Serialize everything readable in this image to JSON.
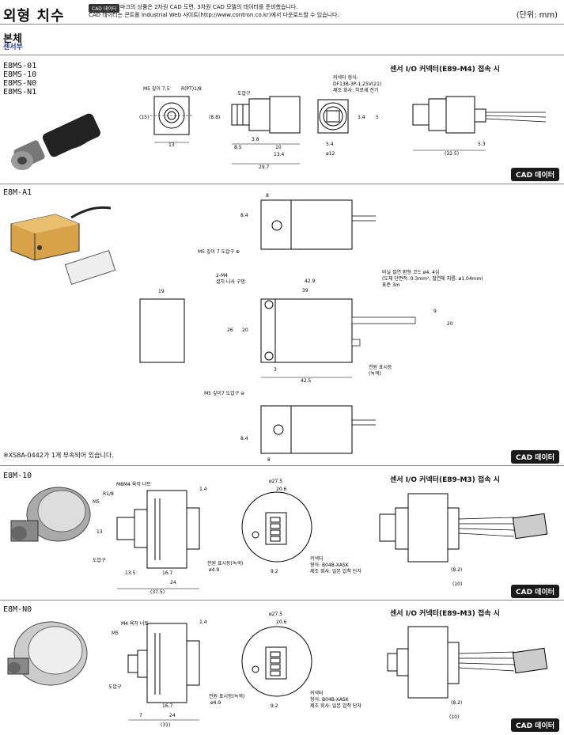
{
  "header": {
    "title": "외형 치수",
    "cad_badge": "CAD 데이터",
    "note_line1": "마크의 상품은 2차원 CAD 도면, 3차원 CAD 모델의 데이터를 준비했습니다.",
    "note_line2": "CAD 데이터는 콘트롤 Industrial Web 사이트(http://www.contron.co.kr)에서 다운로드할 수 있습니다.",
    "unit": "(단위: mm)"
  },
  "section": {
    "title": "본체",
    "subtitle": "센서부"
  },
  "block1": {
    "models": [
      "E8MS-01",
      "E8MS-10",
      "E8MS-N0",
      "E8MS-N1"
    ],
    "connector_title": "센서 I/O 커넥터(E89-M4) 접속 시",
    "lbl_m5": "M5 깊이 7.5",
    "lbl_rpt": "R(PT)1/8",
    "lbl_port": "도압구",
    "lbl_conn1": "커넥터 형식:",
    "lbl_conn2": "DF13B-3P-1.25V(21)",
    "lbl_conn3": "제조 회사: 히로세 전기",
    "d15": "(15)",
    "d13": "13",
    "d88": "(8.8)",
    "d85": "8.5",
    "d38": "3.8",
    "d10": "10",
    "d134": "13.4",
    "d297": "29.7",
    "d34": "3.4",
    "d5": "5",
    "d54": "5.4",
    "d12": "ø12",
    "d53": "5.3",
    "d325": "(32.5)",
    "cad": "CAD 데이터"
  },
  "block2": {
    "model": "E8M-A1",
    "d8": "8",
    "d84": "8.4",
    "lbl_m5plus": "M5 깊이 7 도압구 ⊕",
    "lbl_2m4a": "2-M4",
    "lbl_2m4b": "설치 나사 구멍",
    "d19": "19",
    "d429": "42.9",
    "d39": "39",
    "d26": "26",
    "d20": "20",
    "d3": "3",
    "d425": "42.5",
    "d9": "9",
    "d20r": "20",
    "cable1": "비닐 절연 환형 코드 ø4, 4심",
    "cable2": "(도체 단면적: 0.3mm², 절연체 지름: ø1.04mm)",
    "cable3": "표준 3m",
    "lbl_power1": "전원 표시등",
    "lbl_power2": "(녹색)",
    "lbl_m5minus": "M5 깊이7 도압구 ⊖",
    "d84b": "8.4",
    "d8b": "8",
    "footnote": "※XS8A-0442가 1개 부속되어 있습니다.",
    "cad": "CAD 데이터"
  },
  "block3": {
    "model": "E8M-10",
    "connector_title": "센서 I/O 커넥터(E89-M3) 접속 시",
    "lbl_nut": "M8M4 육각 너트",
    "lbl_r18": "R1/8",
    "lbl_m5": "M5",
    "d13": "13",
    "lbl_port": "도압구",
    "d14": "1.4",
    "d135": "13.5",
    "d167": "16.7",
    "d24": "24",
    "d375": "(37.5)",
    "d275": "ø27.5",
    "d206": "20.6",
    "lbl_power": "전원 표시등(녹색)",
    "d49": "ø4.9",
    "d92": "9.2",
    "lbl_conn1": "커넥터",
    "lbl_conn2": "형식: B04B-XASK",
    "lbl_conn3": "제조 회사: 일본 압착 단자",
    "d82": "(8.2)",
    "d10": "(10)",
    "cad": "CAD 데이터"
  },
  "block4": {
    "model": "E8M-N0",
    "connector_title": "센서 I/O 커넥터(E89-M3) 접속 시",
    "lbl_nut": "M4 육각 너트",
    "lbl_m5": "M5",
    "lbl_port": "도압구",
    "d14": "1.4",
    "d7": "7",
    "d167": "16.7",
    "d24": "24",
    "d31": "(31)",
    "d275": "ø27.5",
    "d206": "20.6",
    "lbl_power": "전원 표시등(녹색)",
    "d49": "ø4.9",
    "d92": "9.2",
    "lbl_conn1": "커넥터",
    "lbl_conn2": "형식: B04B-XASK",
    "lbl_conn3": "제조 회사: 일본 압착 단자",
    "d82": "(8.2)",
    "d10": "(10)",
    "cad": "CAD 데이터"
  }
}
